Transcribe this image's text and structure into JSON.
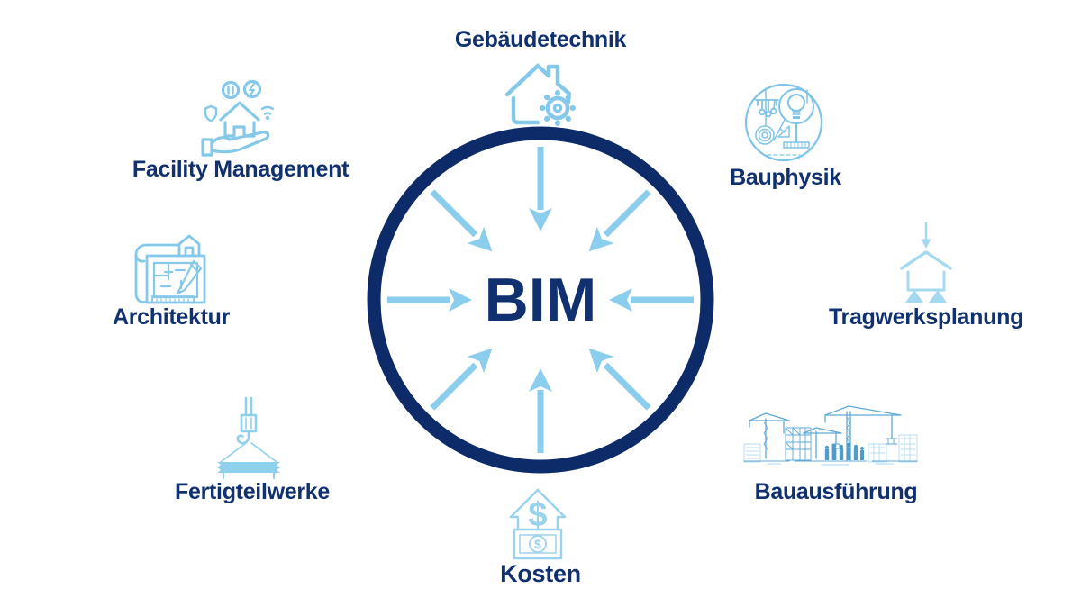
{
  "title": "BIM infographic diagram",
  "center": {
    "label": "BIM"
  },
  "nodes": [
    {
      "id": "gebaeudetechnik",
      "label": "Gebäudetechnik",
      "icon": "house-gear-icon",
      "position": "top"
    },
    {
      "id": "bauphysik",
      "label": "Bauphysik",
      "icon": "physics-lightbulb-icon",
      "position": "top-right"
    },
    {
      "id": "tragwerksplanung",
      "label": "Tragwerksplanung",
      "icon": "structural-support-icon",
      "position": "right"
    },
    {
      "id": "bauausfuehrung",
      "label": "Bauausführung",
      "icon": "construction-site-icon",
      "position": "bottom-right"
    },
    {
      "id": "kosten",
      "label": "Kosten",
      "icon": "house-money-icon",
      "position": "bottom"
    },
    {
      "id": "fertigteilwerke",
      "label": "Fertigteilwerke",
      "icon": "crane-hook-icon",
      "position": "bottom-left"
    },
    {
      "id": "architektur",
      "label": "Architektur",
      "icon": "blueprint-icon",
      "position": "left"
    },
    {
      "id": "facility_management",
      "label": "Facility Management",
      "icon": "hand-house-icon",
      "position": "top-left"
    }
  ],
  "arrows": {
    "count": 8,
    "directions": [
      "top",
      "top-right",
      "right",
      "bottom-right",
      "bottom",
      "bottom-left",
      "left",
      "top-left"
    ],
    "meaning": "all point inward to BIM"
  },
  "colors": {
    "navy_text": "#11306f",
    "circle_stroke": "#0d2b68",
    "arrow_blue": "#8bcdec",
    "icon_stroke": "#85c9ea",
    "icon_light_fill": "#a9dcf1",
    "construction_blue": "#5fa9d8",
    "background": "#ffffff"
  }
}
